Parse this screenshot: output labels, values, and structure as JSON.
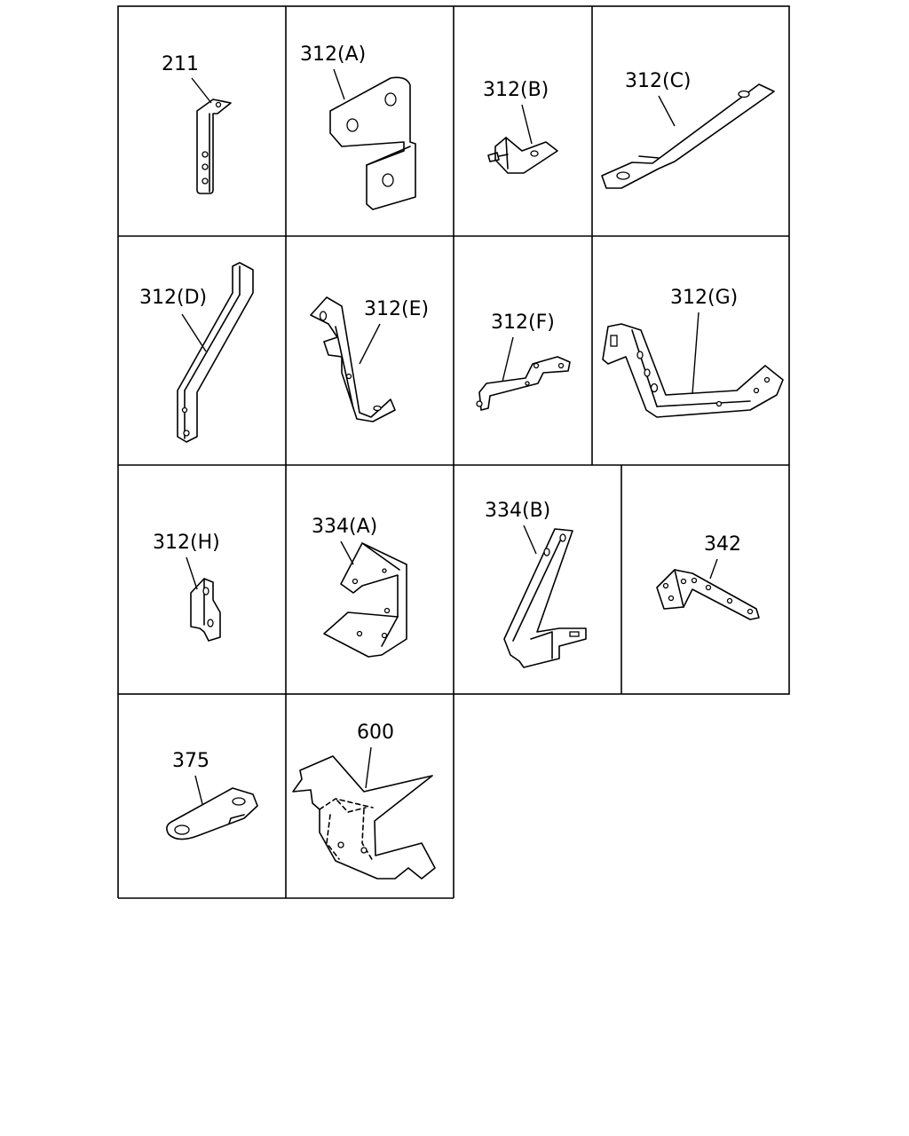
{
  "parts": [
    {
      "id": "p211",
      "label": "211"
    },
    {
      "id": "p312a",
      "label": "312(A)"
    },
    {
      "id": "p312b",
      "label": "312(B)"
    },
    {
      "id": "p312c",
      "label": "312(C)"
    },
    {
      "id": "p312d",
      "label": "312(D)"
    },
    {
      "id": "p312e",
      "label": "312(E)"
    },
    {
      "id": "p312f",
      "label": "312(F)"
    },
    {
      "id": "p312g",
      "label": "312(G)"
    },
    {
      "id": "p312h",
      "label": "312(H)"
    },
    {
      "id": "p334a",
      "label": "334(A)"
    },
    {
      "id": "p334b",
      "label": "334(B)"
    },
    {
      "id": "p342",
      "label": "342"
    },
    {
      "id": "p375",
      "label": "375"
    },
    {
      "id": "p600",
      "label": "600"
    }
  ]
}
